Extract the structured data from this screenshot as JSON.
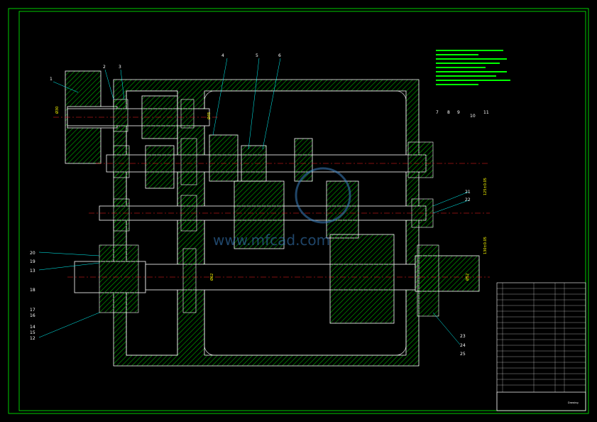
{
  "watermark": {
    "text": "www.mfcad.com"
  },
  "leader_labels": [
    "1",
    "2",
    "3",
    "4",
    "5",
    "6",
    "7",
    "8",
    "9",
    "10",
    "11",
    "12",
    "13",
    "14",
    "15",
    "16",
    "17",
    "18",
    "19",
    "20",
    "21",
    "22",
    "23",
    "24",
    "25"
  ],
  "dimensions": {
    "input_shaft_dia": "Ø30",
    "shaft_center_1": "Ø45",
    "output_shaft_dia": "Ø62",
    "output_bore": "Ø52",
    "center_distance_a": "125±0.05",
    "center_distance_b": "130±0.05"
  },
  "title_block": {
    "label": "Drawing"
  },
  "colors": {
    "frame": "#00ff00",
    "outline": "#ffffff",
    "hatch": "#00c000",
    "centerline": "#ff2020",
    "dimension": "#ffff00",
    "leader": "#00ffff"
  }
}
